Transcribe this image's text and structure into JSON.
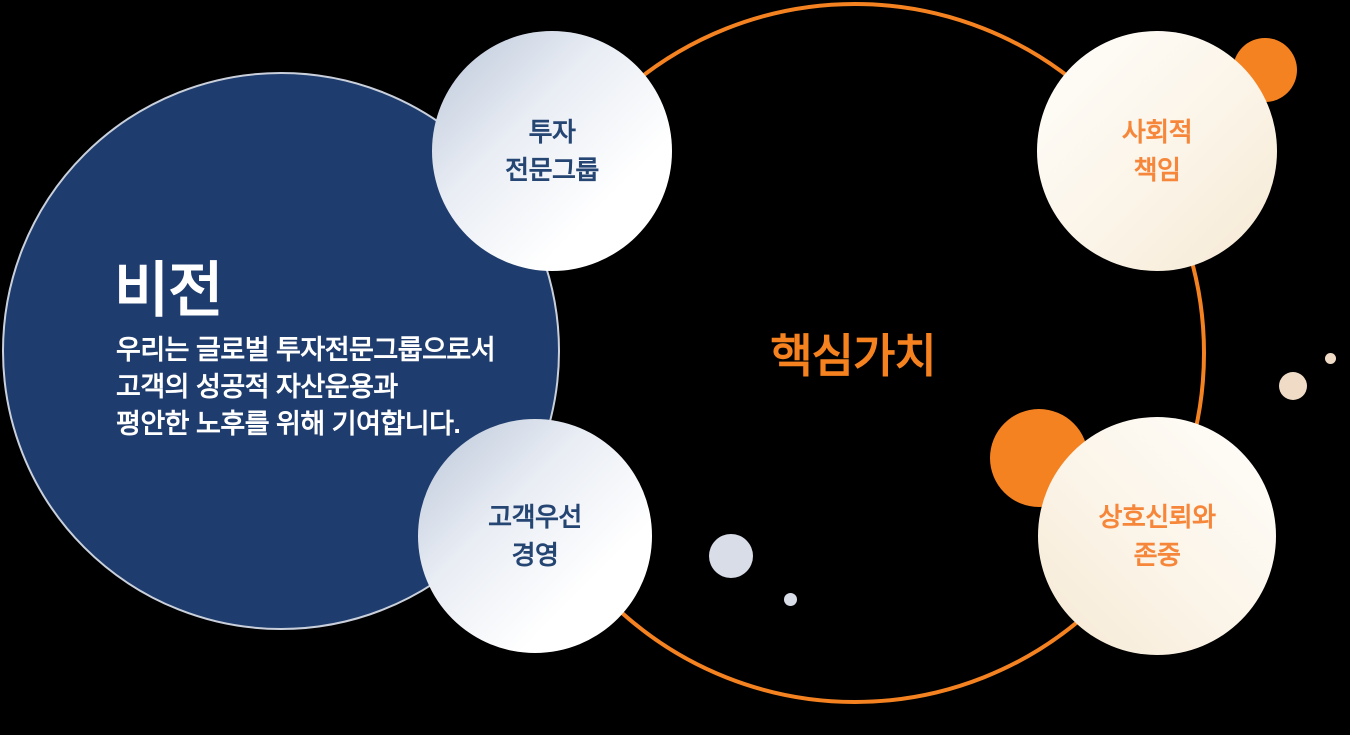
{
  "page": {
    "background": "#000000"
  },
  "vision": {
    "title": "비전",
    "description_lines": [
      "우리는 글로벌 투자전문그룹으로서",
      "고객의 성공적 자산운용과",
      "평안한 노후를 위해 기여합니다."
    ]
  },
  "core_values": {
    "title": "핵심가치",
    "items": [
      {
        "id": "investment-group",
        "label_lines": [
          "투자",
          "전문그룹"
        ],
        "theme": "navy"
      },
      {
        "id": "social-responsibility",
        "label_lines": [
          "사회적",
          "책임"
        ],
        "theme": "orange"
      },
      {
        "id": "customer-first",
        "label_lines": [
          "고객우선",
          "경영"
        ],
        "theme": "navy"
      },
      {
        "id": "mutual-trust",
        "label_lines": [
          "상호신뢰와",
          "존중"
        ],
        "theme": "orange"
      }
    ]
  },
  "colors": {
    "navy": "#1e3c6d",
    "navy_text": "#254573",
    "orange": "#f58220",
    "orange_text": "#f6873a",
    "cream": "#f6e9d4",
    "steel_gradient": "#b9c5d8",
    "lavender_dot": "#d9dde8",
    "beige_dot": "#f0dcc6"
  }
}
